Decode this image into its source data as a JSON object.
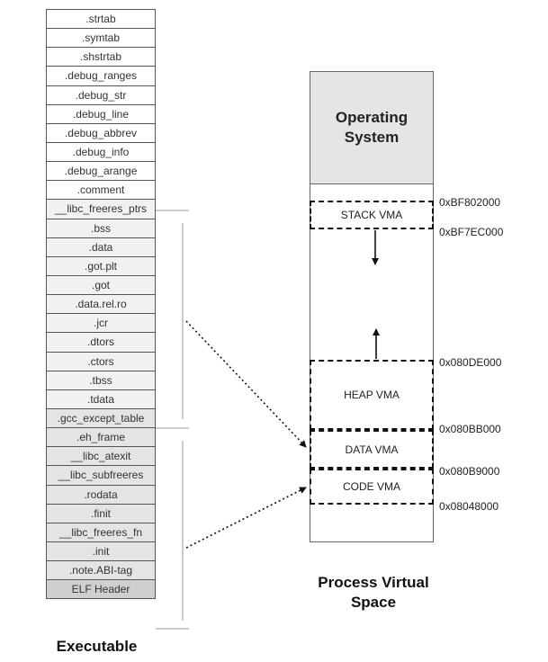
{
  "executable": {
    "label": "Executable",
    "sections": [
      {
        "name": ".strtab",
        "shade": "white"
      },
      {
        "name": ".symtab",
        "shade": "white"
      },
      {
        "name": ".shstrtab",
        "shade": "white"
      },
      {
        "name": ".debug_ranges",
        "shade": "white"
      },
      {
        "name": ".debug_str",
        "shade": "white"
      },
      {
        "name": ".debug_line",
        "shade": "white"
      },
      {
        "name": ".debug_abbrev",
        "shade": "white"
      },
      {
        "name": ".debug_info",
        "shade": "white"
      },
      {
        "name": ".debug_arange",
        "shade": "white"
      },
      {
        "name": ".comment",
        "shade": "white"
      },
      {
        "name": "__libc_freeres_ptrs",
        "shade": "light"
      },
      {
        "name": ".bss",
        "shade": "light"
      },
      {
        "name": ".data",
        "shade": "light"
      },
      {
        "name": ".got.plt",
        "shade": "light"
      },
      {
        "name": ".got",
        "shade": "light"
      },
      {
        "name": ".data.rel.ro",
        "shade": "light"
      },
      {
        "name": ".jcr",
        "shade": "light"
      },
      {
        "name": ".dtors",
        "shade": "light"
      },
      {
        "name": ".ctors",
        "shade": "light"
      },
      {
        "name": ".tbss",
        "shade": "light"
      },
      {
        "name": ".tdata",
        "shade": "light"
      },
      {
        "name": ".gcc_except_table",
        "shade": "mid"
      },
      {
        "name": ".eh_frame",
        "shade": "mid"
      },
      {
        "name": "__libc_atexit",
        "shade": "mid"
      },
      {
        "name": "__libc_subfreeres",
        "shade": "mid"
      },
      {
        "name": ".rodata",
        "shade": "mid"
      },
      {
        "name": ".finit",
        "shade": "mid"
      },
      {
        "name": "__libc_freeres_fn",
        "shade": "mid"
      },
      {
        "name": ".init",
        "shade": "mid"
      },
      {
        "name": ".note.ABI-tag",
        "shade": "mid"
      },
      {
        "name": "ELF Header",
        "shade": "hdr"
      }
    ]
  },
  "process": {
    "label": "Process Virtual Space",
    "os_label": "Operating System",
    "vmas": {
      "stack": "STACK VMA",
      "heap": "HEAP VMA",
      "data": "DATA VMA",
      "code": "CODE VMA"
    },
    "addresses": {
      "stack_top": "0xBF802000",
      "stack_bottom": "0xBF7EC000",
      "heap_top": "0x080DE000",
      "data_top": "0x080BB000",
      "code_top": "0x080B9000",
      "code_bottom": "0x08048000"
    }
  }
}
